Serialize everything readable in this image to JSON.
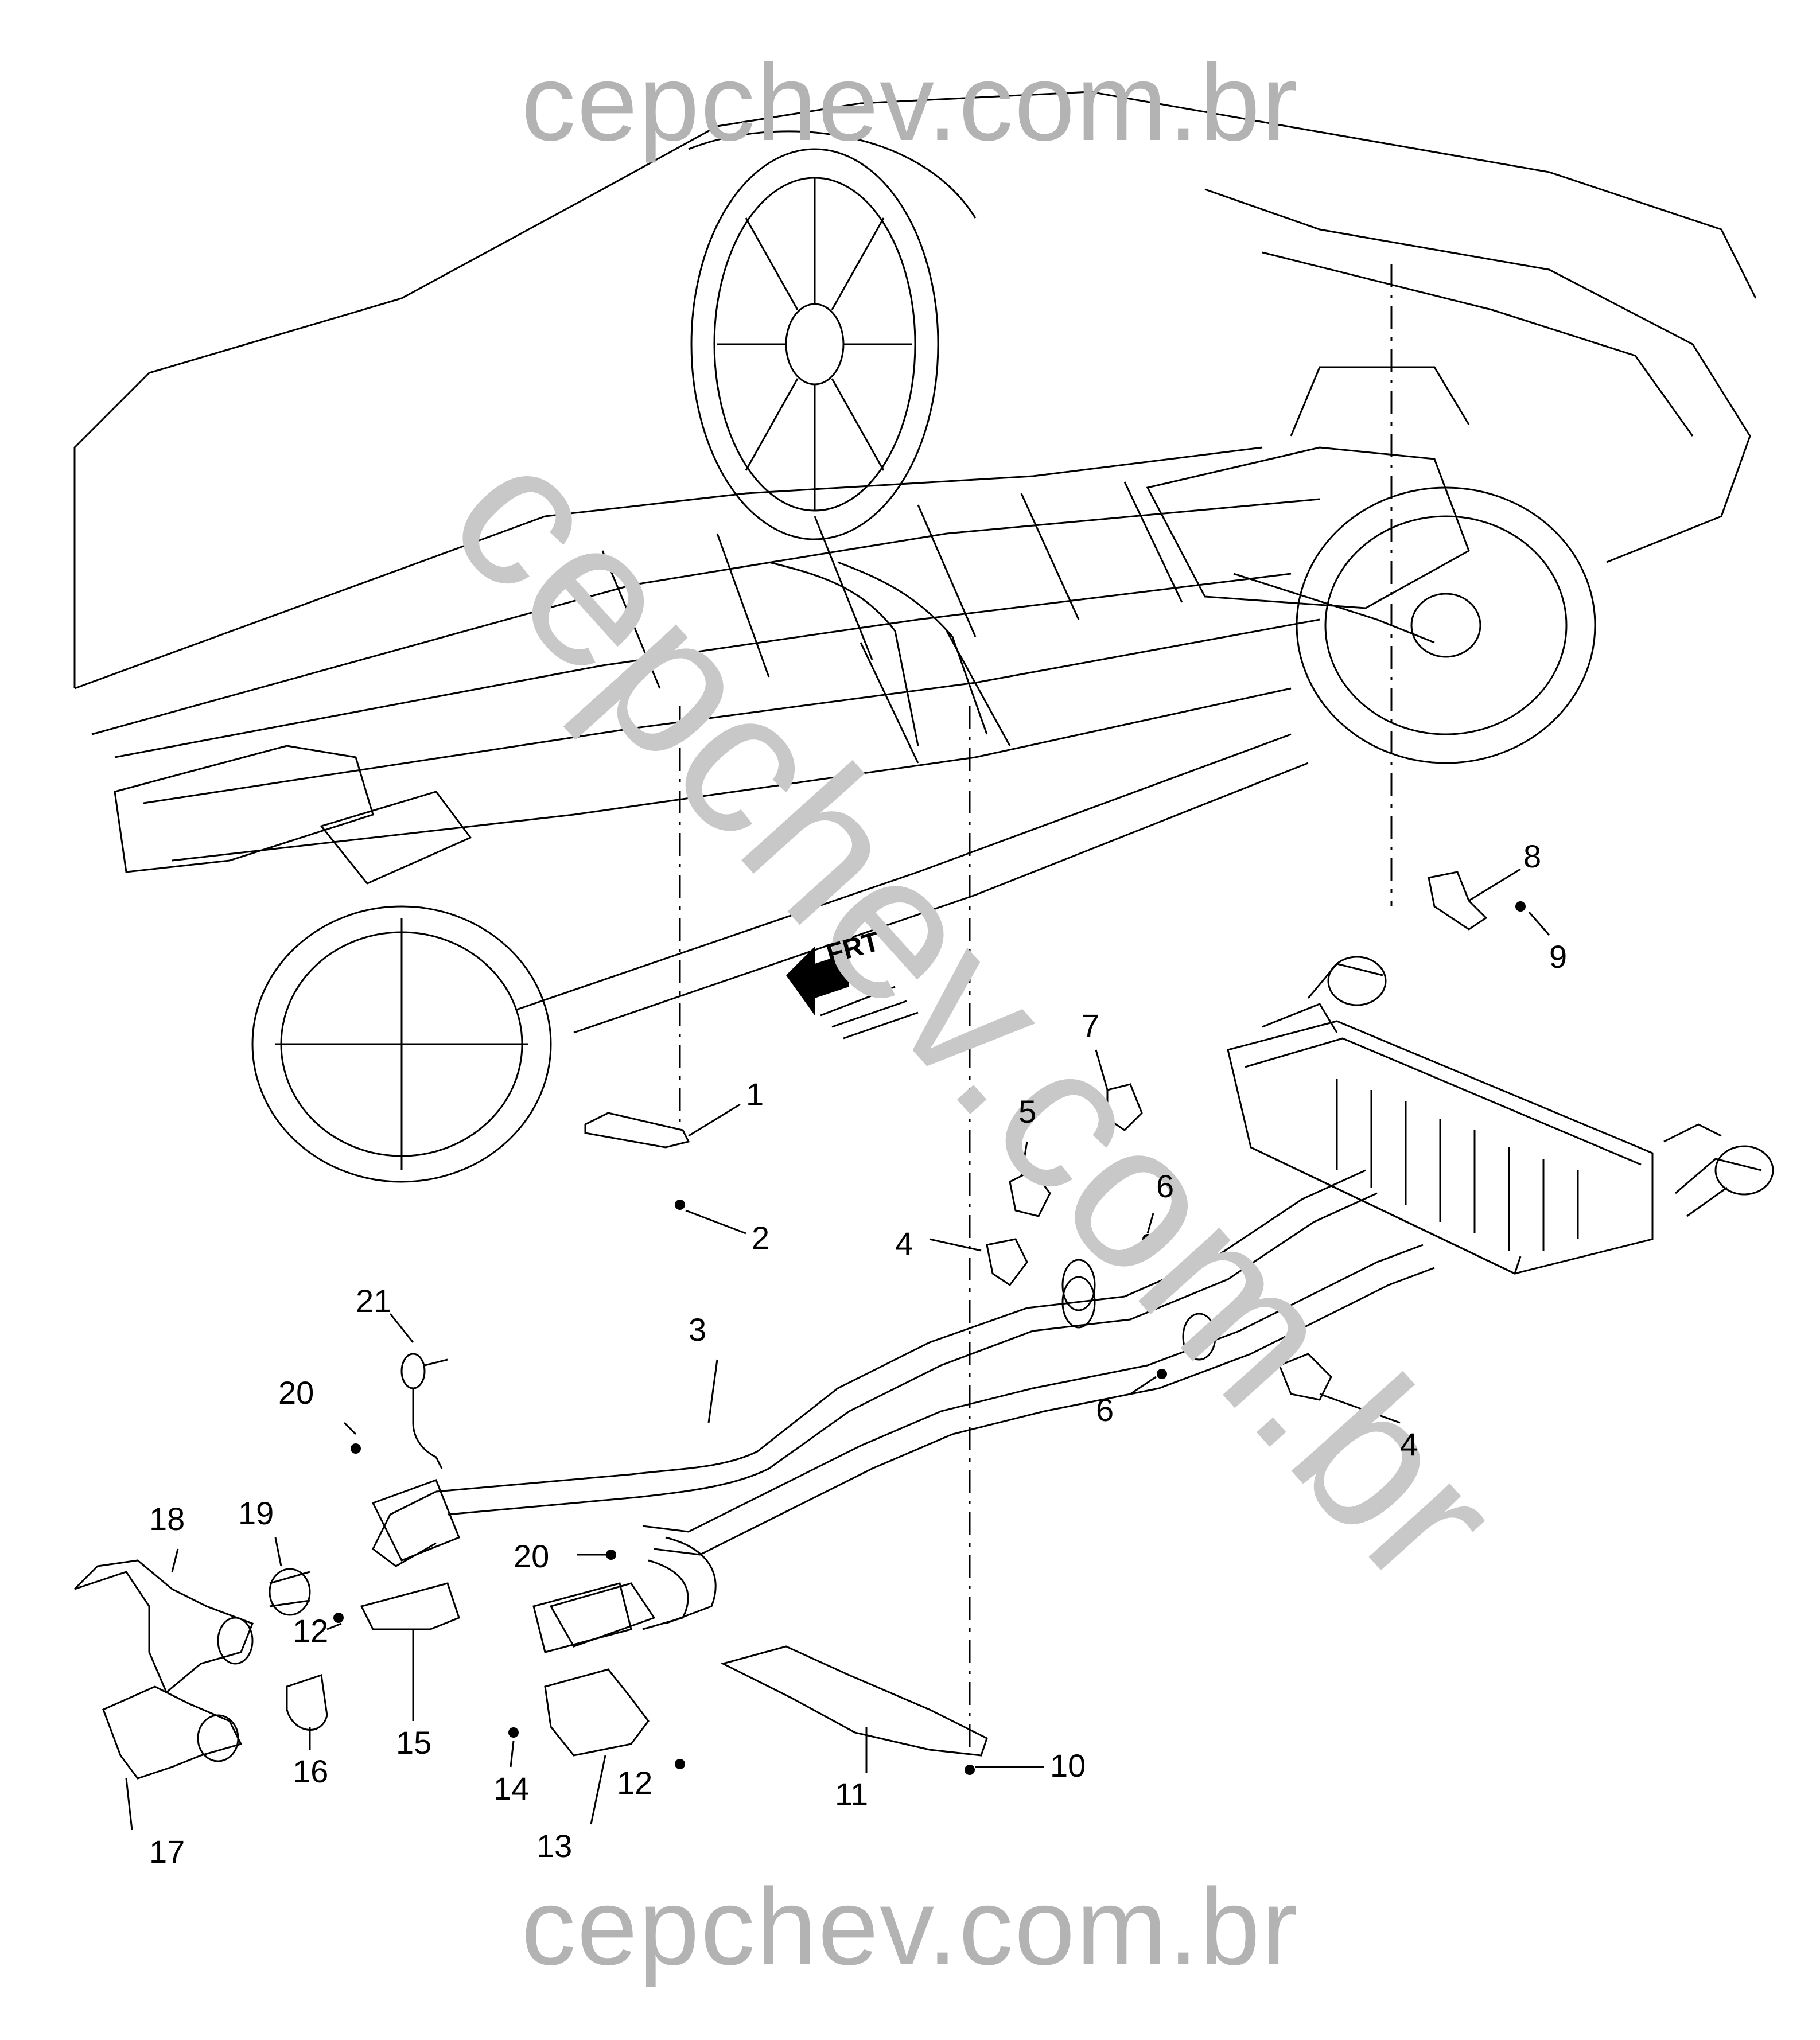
{
  "watermark": {
    "top": "cepchev.com.br",
    "bottom": "cepchev.com.br",
    "diagonal": "cepchev.com.br"
  },
  "direction_label": "FRT",
  "callouts": {
    "c1": "1",
    "c2": "2",
    "c3": "3",
    "c4a": "4",
    "c4b": "4",
    "c5": "5",
    "c6a": "6",
    "c6b": "6",
    "c7": "7",
    "c8": "8",
    "c9": "9",
    "c10": "10",
    "c11": "11",
    "c12a": "12",
    "c12b": "12",
    "c13": "13",
    "c14": "14",
    "c15": "15",
    "c16": "16",
    "c17": "17",
    "c18": "18",
    "c19": "19",
    "c20a": "20",
    "c20b": "20",
    "c21": "21"
  },
  "colors": {
    "line": "#000000",
    "watermark": "#b3b3b3",
    "background": "#ffffff"
  }
}
